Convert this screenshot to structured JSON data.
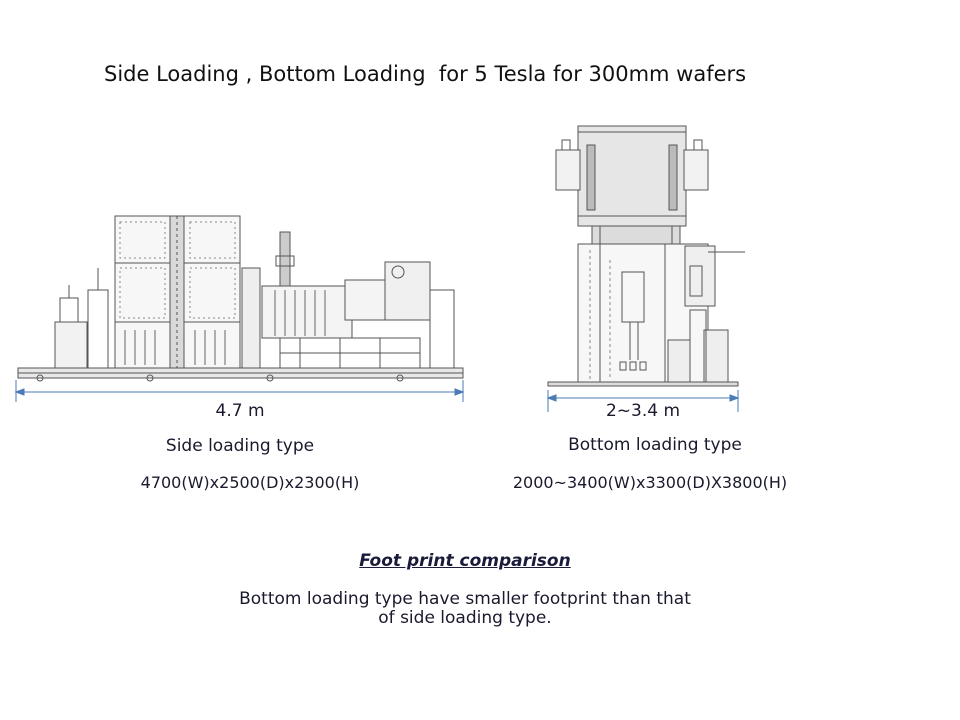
{
  "title": "Side Loading , Bottom Loading  for 5 Tesla for 300mm wafers",
  "side": {
    "dimension": "4.7 m",
    "name": "Side loading type",
    "spec": "4700(W)x2500(D)x2300(H)"
  },
  "bottom": {
    "dimension": "2~3.4 m",
    "name": "Bottom loading type",
    "spec": "2000~3400(W)x3300(D)X3800(H)"
  },
  "comparison": {
    "title": "Foot print comparison",
    "text": "Bottom loading type have  smaller footprint than that\nof side loading type."
  },
  "colors": {
    "dimension_line": "#4a7bb5",
    "drawing": "#555555"
  }
}
